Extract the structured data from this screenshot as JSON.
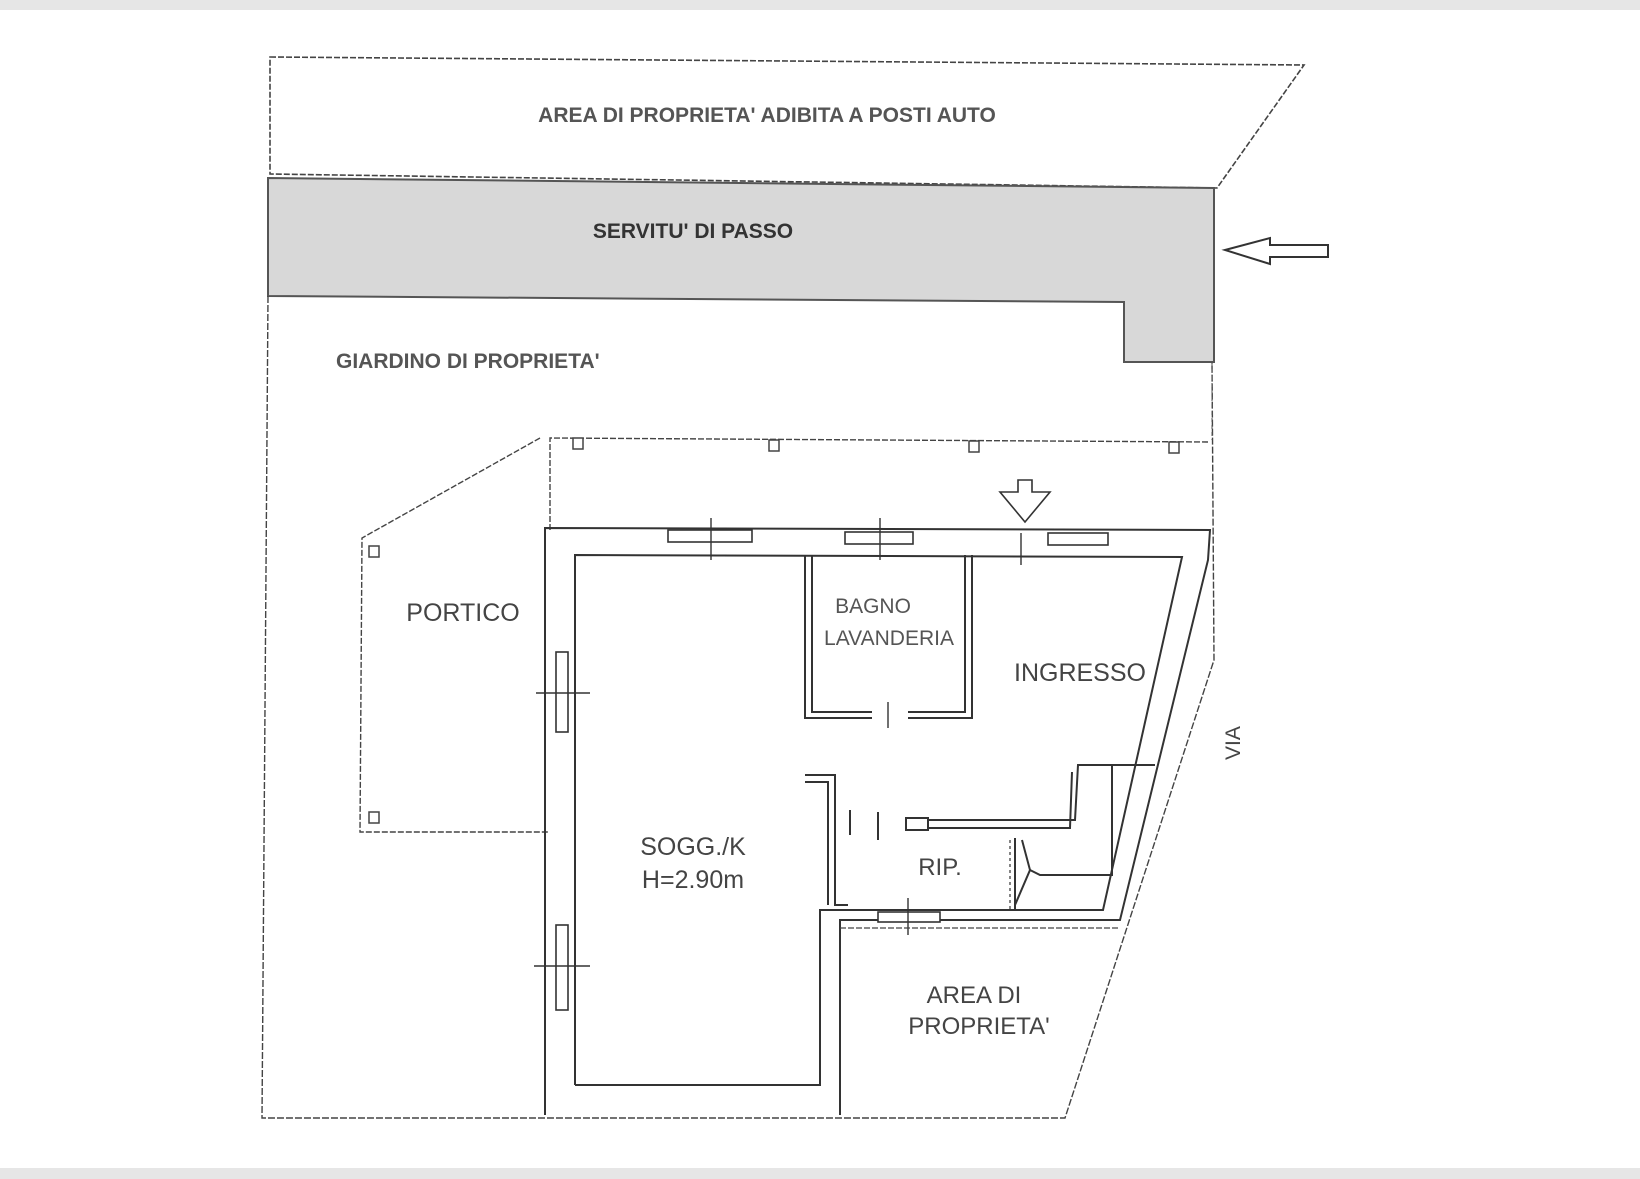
{
  "plan": {
    "parking_area": "AREA DI PROPRIETA'  ADIBITA A POSTI AUTO",
    "right_of_way": "SERVITU' DI PASSO",
    "garden": "GIARDINO DI PROPRIETA'",
    "street": "VIA",
    "rooms": {
      "portico": "PORTICO",
      "bath_line1": "BAGNO",
      "bath_line2": "LAVANDERIA",
      "entrance": "INGRESSO",
      "living_line1": "SOGG./K",
      "living_line2": "H=2.90m",
      "storage": "RIP.",
      "area_line1": "AREA DI",
      "area_line2": "PROPRIETA'"
    }
  },
  "colors": {
    "line": "#333333",
    "shaded": "#d8d8d8",
    "background": "#ffffff"
  }
}
